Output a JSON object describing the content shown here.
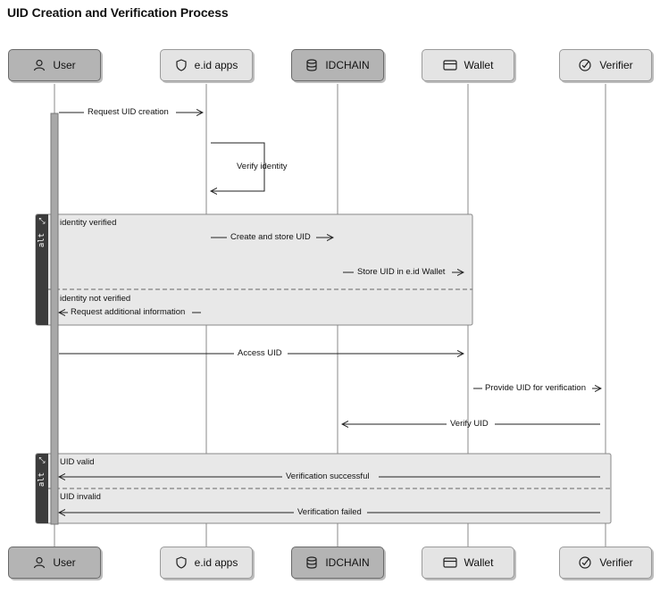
{
  "title": "UID Creation and Verification Process",
  "participants": [
    {
      "label": "User",
      "icon": "user-icon"
    },
    {
      "label": "e.id apps",
      "icon": "shield-icon"
    },
    {
      "label": "IDCHAIN",
      "icon": "database-icon"
    },
    {
      "label": "Wallet",
      "icon": "wallet-icon"
    },
    {
      "label": "Verifier",
      "icon": "check-circle-icon"
    }
  ],
  "messages": [
    {
      "label": "Request UID creation"
    },
    {
      "label": "Verify identity"
    },
    {
      "label": "Create and store UID"
    },
    {
      "label": "Store UID in e.id Wallet"
    },
    {
      "label": "Request additional information"
    },
    {
      "label": "Access UID"
    },
    {
      "label": "Provide UID for verification"
    },
    {
      "label": "Verify UID"
    },
    {
      "label": "Verification successful"
    },
    {
      "label": "Verification failed"
    }
  ],
  "alt_blocks": [
    {
      "keyword": "alt",
      "conditions": [
        "identity verified",
        "identity not verified"
      ]
    },
    {
      "keyword": "alt",
      "conditions": [
        "UID valid",
        "UID invalid"
      ]
    }
  ],
  "colors": {
    "dark_box": "#b4b4b4",
    "light_box": "#e4e4e4",
    "alt_fill": "#e8e8e8",
    "alt_tab": "#3c3c3c"
  }
}
